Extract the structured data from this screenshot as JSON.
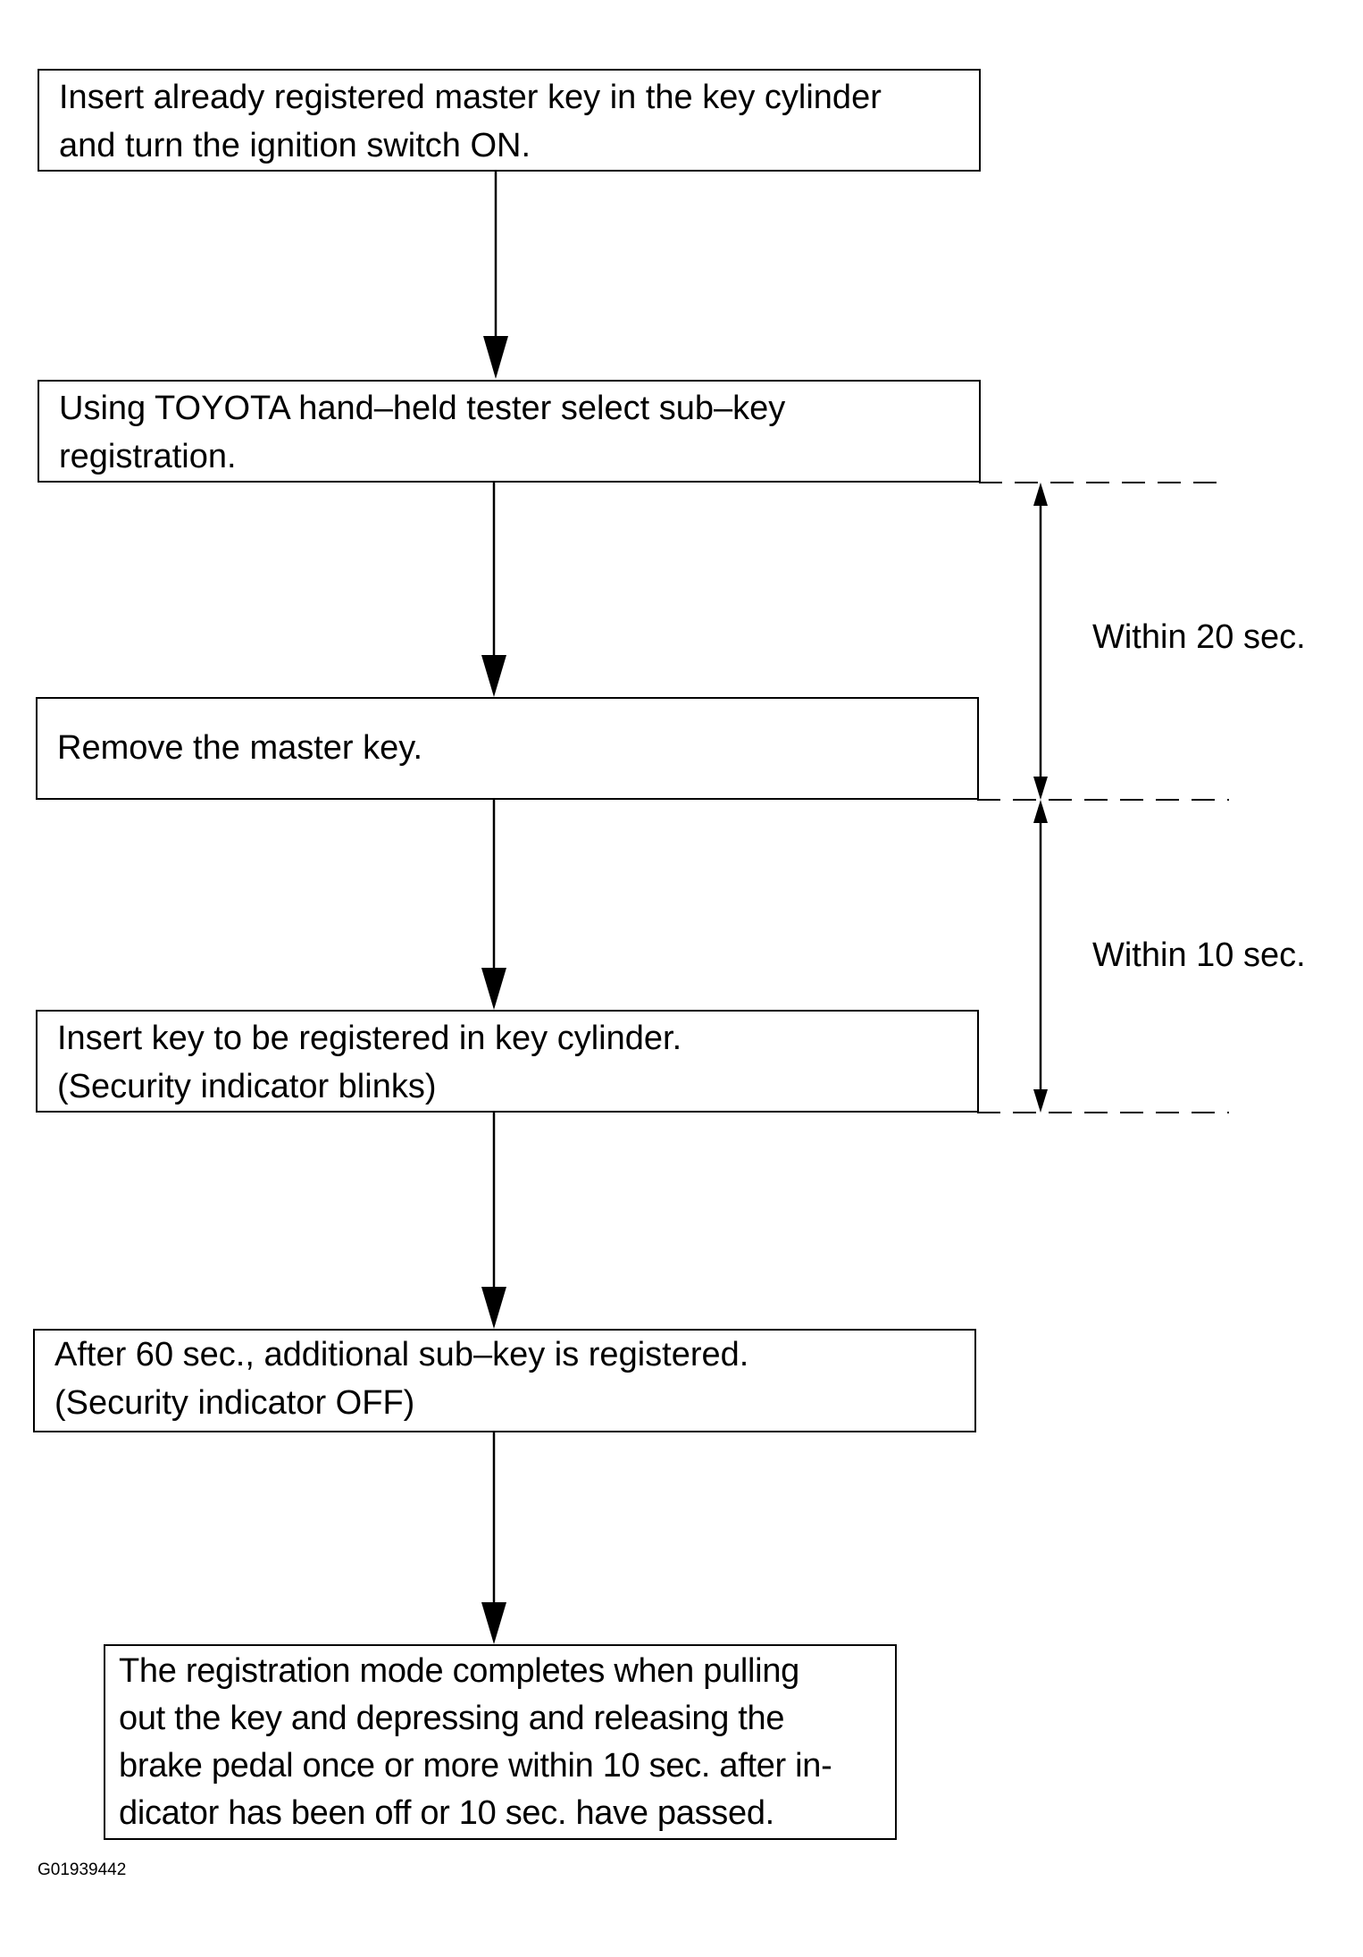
{
  "steps": [
    {
      "line1": "Insert already registered master key in the key cylinder",
      "line2": "and turn the ignition switch ON."
    },
    {
      "line1": "Using TOYOTA hand–held tester select sub–key",
      "line2": "registration."
    },
    {
      "line1": "Remove the master key.",
      "line2": ""
    },
    {
      "line1": "Insert key to be registered in key cylinder.",
      "line2": "(Security indicator blinks)"
    },
    {
      "line1": "After 60 sec., additional sub–key is registered.",
      "line2": "(Security indicator OFF)"
    }
  ],
  "final_step": {
    "lines": [
      "The registration mode completes when pulling",
      "out the key and depressing and releasing the",
      "brake pedal once or more within 10 sec. after in-",
      "dicator has been off or 10 sec. have passed."
    ]
  },
  "timing": {
    "first_window": "Within 20 sec.",
    "second_window": "Within 10 sec."
  },
  "figure_code": "G01939442"
}
